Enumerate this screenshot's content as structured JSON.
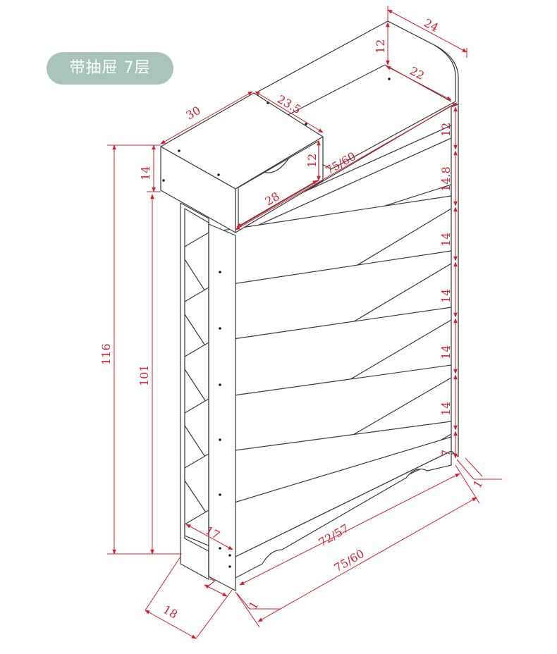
{
  "badge": {
    "text": "带抽屉 7层"
  },
  "colors": {
    "dimension": "#d4202a",
    "outline": "#3a3a3a",
    "badge_bg": "#a8c4bd",
    "badge_text": "#ffffff"
  },
  "dimensions": {
    "top_depth": "24",
    "top_rail_height": "12",
    "top_inner_depth": "22",
    "drawer_width": "30",
    "drawer_depth": "23.5",
    "drawer_inner_height": "12",
    "drawer_front_width": "28",
    "drawer_side_height": "14",
    "shelf_width_top": "75/60",
    "gap_1": "12",
    "gap_2": "14.8",
    "gap_3": "14",
    "gap_4": "14",
    "gap_5": "14",
    "gap_6": "14",
    "bottom_gap": "7",
    "side_thickness_right": "1",
    "total_height": "116",
    "body_height": "101",
    "shelf_depth": "17",
    "inner_width": "72/57",
    "outer_width": "75/60",
    "leg_depth": "7",
    "side_thickness_left": "1",
    "total_depth": "18"
  }
}
